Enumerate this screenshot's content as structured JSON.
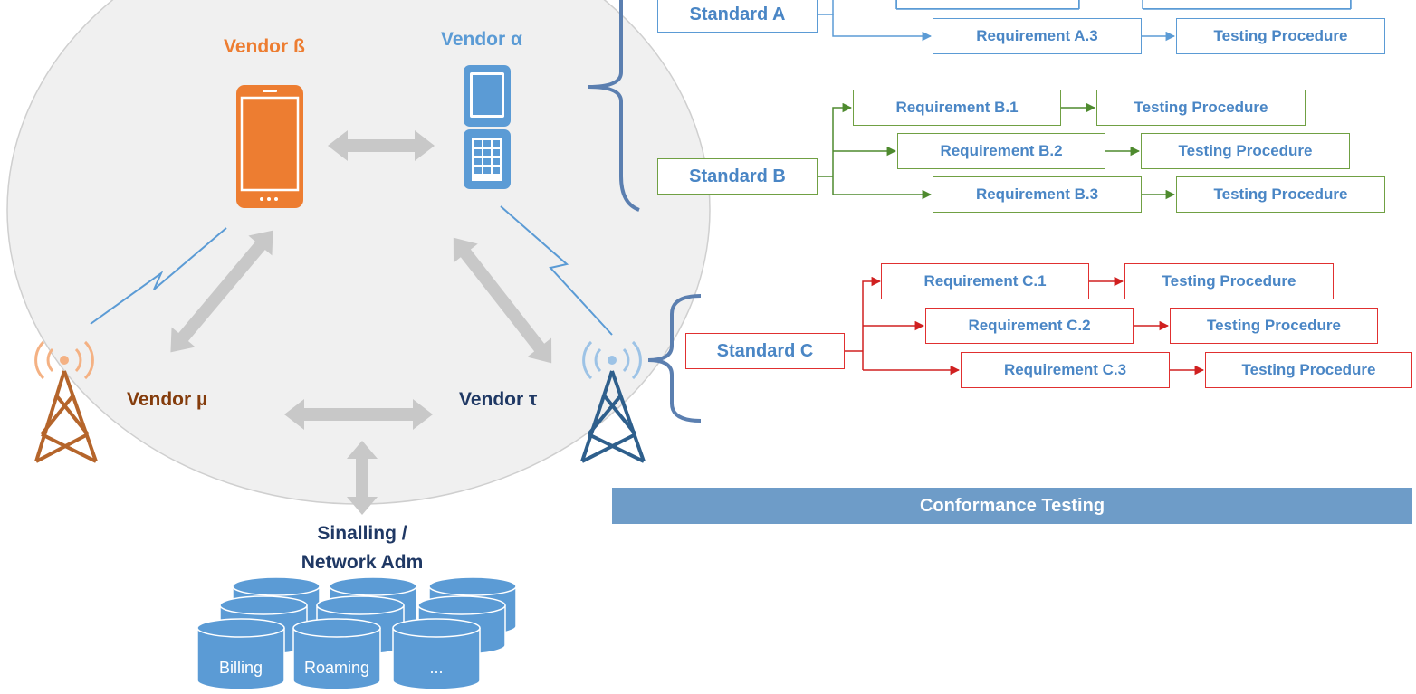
{
  "interop": {
    "vendor_beta": "Vendor ß",
    "vendor_alpha": "Vendor α",
    "vendor_mu": "Vendor µ",
    "vendor_tau": "Vendor τ",
    "signalling_line1": "Sinalling /",
    "signalling_line2": "Network Adm",
    "db_billing": "Billing",
    "db_roaming": "Roaming",
    "db_more": "..."
  },
  "standards": {
    "a": {
      "label": "Standard A",
      "color": "#5b9bd5",
      "rows": [
        {
          "requirement": "Requirement A.3",
          "procedure": "Testing Procedure"
        }
      ]
    },
    "b": {
      "label": "Standard B",
      "color": "#70a043",
      "rows": [
        {
          "requirement": "Requirement B.1",
          "procedure": "Testing Procedure"
        },
        {
          "requirement": "Requirement B.2",
          "procedure": "Testing Procedure"
        },
        {
          "requirement": "Requirement B.3",
          "procedure": "Testing Procedure"
        }
      ]
    },
    "c": {
      "label": "Standard C",
      "color": "#e03030",
      "rows": [
        {
          "requirement": "Requirement C.1",
          "procedure": "Testing Procedure"
        },
        {
          "requirement": "Requirement C.2",
          "procedure": "Testing Procedure"
        },
        {
          "requirement": "Requirement C.3",
          "procedure": "Testing Procedure"
        }
      ]
    }
  },
  "banner": {
    "label": "Conformance Testing"
  },
  "colors": {
    "orange": "#ed7d31",
    "blue": "#5b9bd5",
    "brown": "#b5652b",
    "navy": "#2e5f8c",
    "arrow_gray": "#c8c8c8",
    "ellipse_fill": "#f0f0f0"
  }
}
